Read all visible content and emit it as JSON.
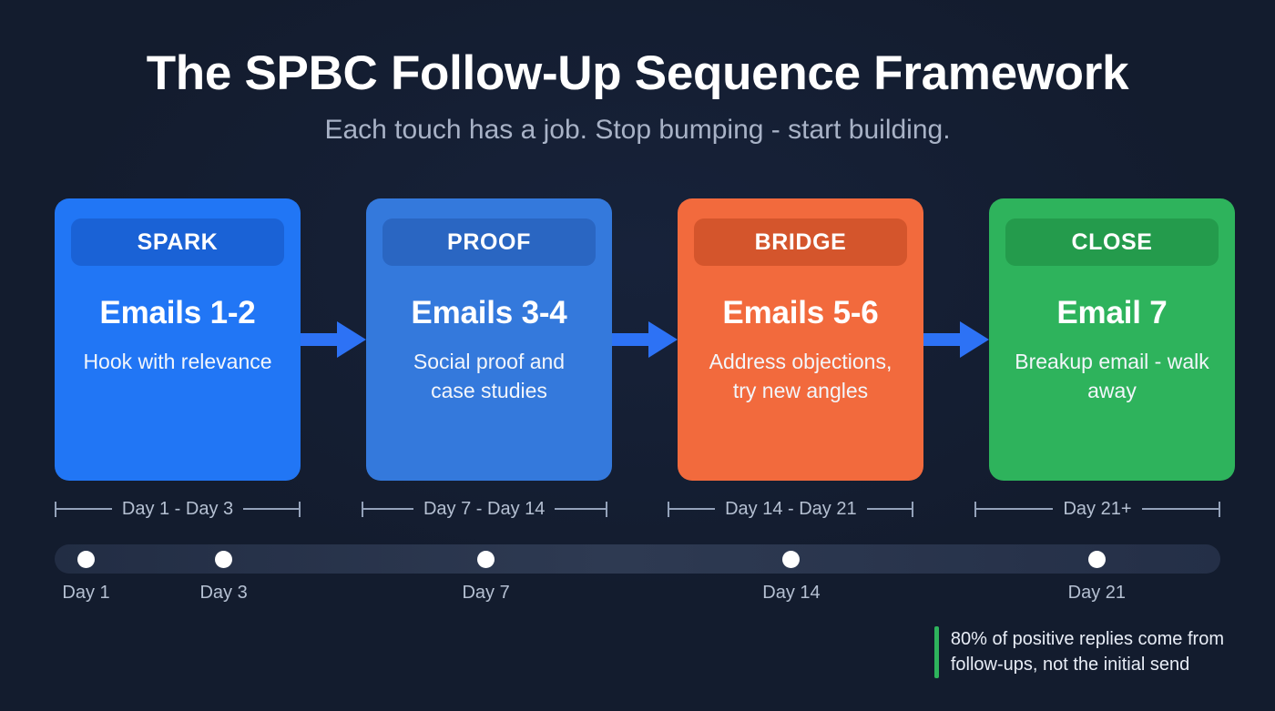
{
  "theme": {
    "background": "#131c2e",
    "arrow_color": "#2d72f5",
    "bracket_color": "#94a2ba",
    "muted_text": "#b5c0d2",
    "accent_green": "#2eb35c"
  },
  "header": {
    "title": "The SPBC Follow-Up Sequence Framework",
    "subtitle": "Each touch has a job. Stop bumping - start building."
  },
  "stages": [
    {
      "badge": "SPARK",
      "heading": "Emails 1-2",
      "description": "Hook with relevance",
      "range": "Day 1 - Day 3",
      "body_color": "#2176f5",
      "badge_color": "#1a62d6"
    },
    {
      "badge": "PROOF",
      "heading": "Emails 3-4",
      "description": "Social proof and case studies",
      "range": "Day 7 - Day 14",
      "body_color": "#3479dc",
      "badge_color": "#2a66c2"
    },
    {
      "badge": "BRIDGE",
      "heading": "Emails 5-6",
      "description": "Address objections, try new angles",
      "range": "Day 14 - Day 21",
      "body_color": "#f26a3d",
      "badge_color": "#d4552c"
    },
    {
      "badge": "CLOSE",
      "heading": "Email 7",
      "description": "Breakup email - walk away",
      "range": "Day 21+",
      "body_color": "#2eb35c",
      "badge_color": "#249b4c"
    }
  ],
  "timeline": {
    "markers": [
      {
        "label": "Day 1",
        "position_pct": 2.7
      },
      {
        "label": "Day 3",
        "position_pct": 14.5
      },
      {
        "label": "Day 7",
        "position_pct": 37.0
      },
      {
        "label": "Day 14",
        "position_pct": 63.2
      },
      {
        "label": "Day 21",
        "position_pct": 89.4
      }
    ]
  },
  "footnote": {
    "text": "80% of positive replies come from\nfollow-ups, not the initial send"
  }
}
